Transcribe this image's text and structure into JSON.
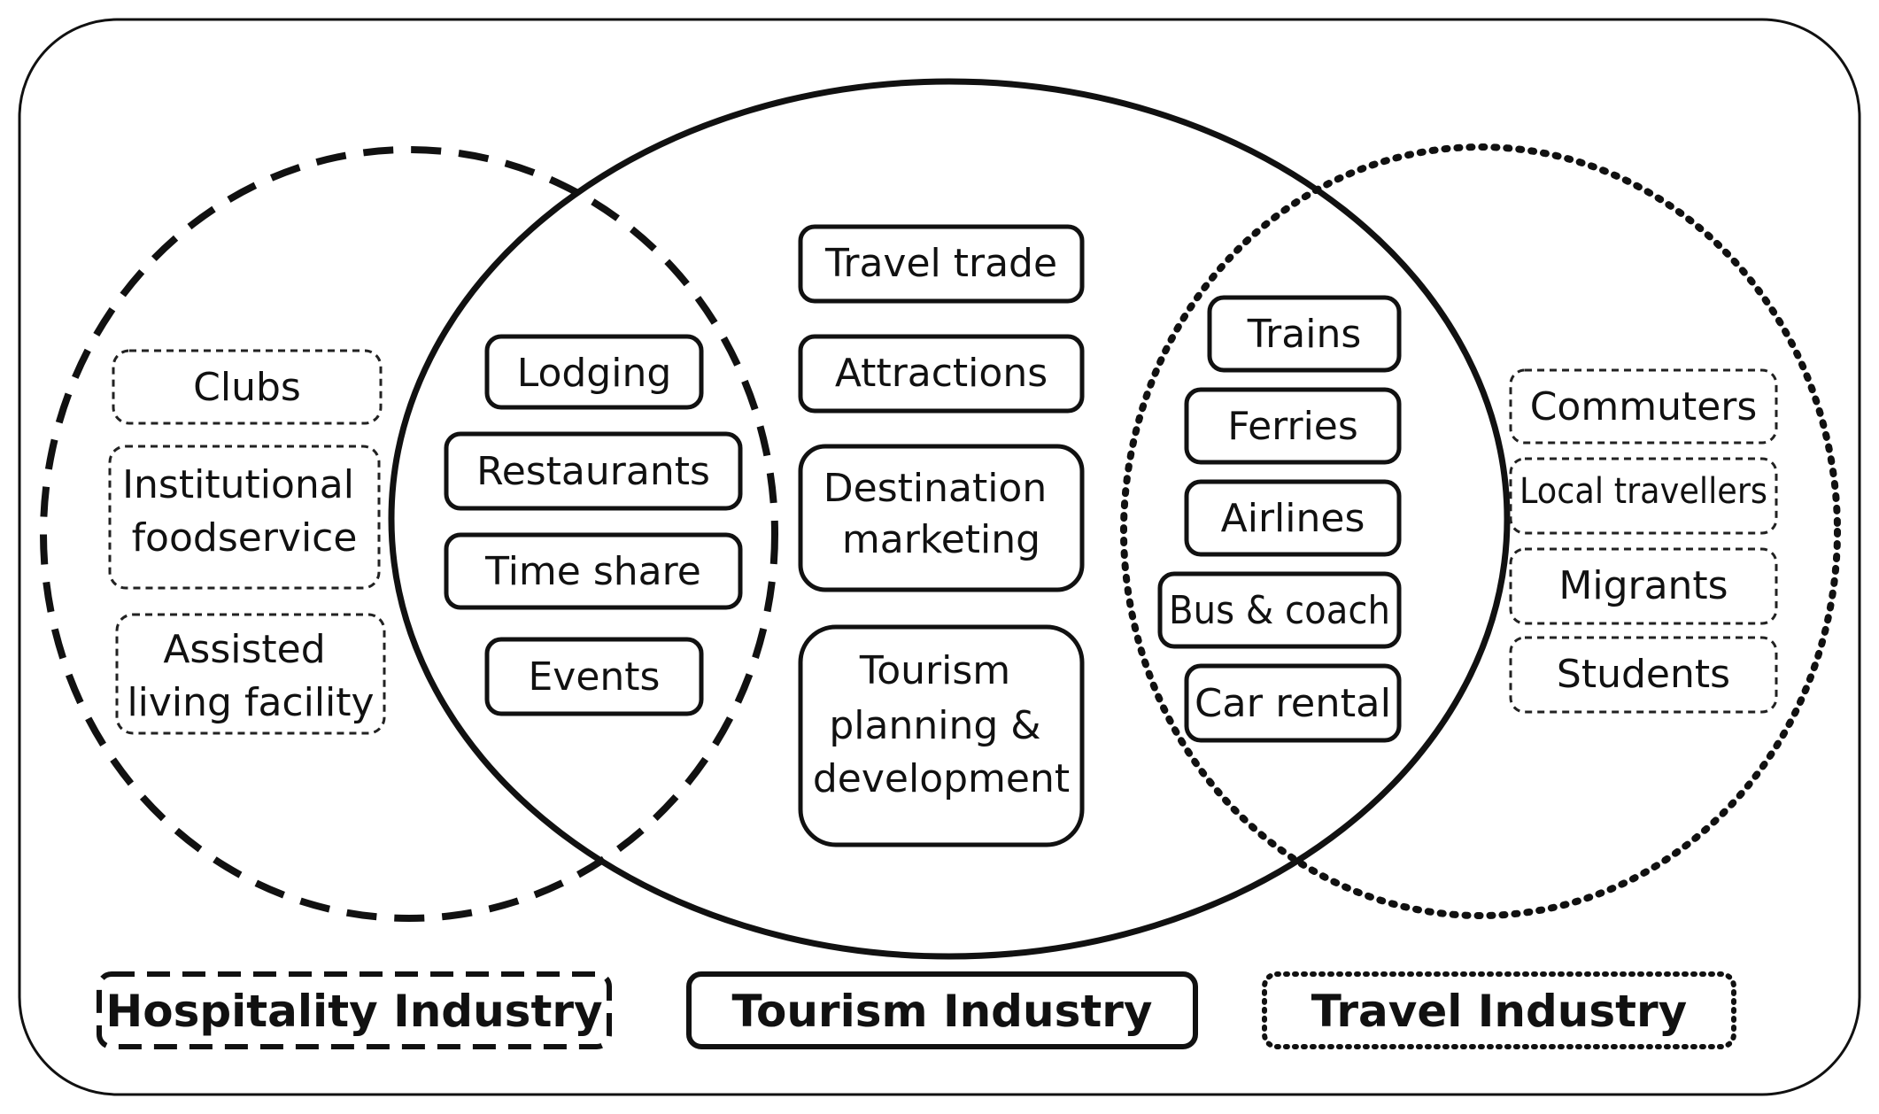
{
  "colors": {
    "stroke": "#111111",
    "background": "#ffffff"
  },
  "hospitality_only": {
    "items": [
      {
        "lines": [
          "Clubs"
        ]
      },
      {
        "lines": [
          "Institutional",
          "foodservice"
        ]
      },
      {
        "lines": [
          "Assisted",
          "living facility"
        ]
      }
    ]
  },
  "hospitality_tourism_overlap": {
    "items": [
      {
        "lines": [
          "Lodging"
        ]
      },
      {
        "lines": [
          "Restaurants"
        ]
      },
      {
        "lines": [
          "Time share"
        ]
      },
      {
        "lines": [
          "Events"
        ]
      }
    ]
  },
  "tourism_center": {
    "items": [
      {
        "lines": [
          "Travel trade"
        ]
      },
      {
        "lines": [
          "Attractions"
        ]
      },
      {
        "lines": [
          "Destination",
          "marketing"
        ]
      },
      {
        "lines": [
          "Tourism",
          "planning &",
          "development"
        ]
      }
    ]
  },
  "travel_tourism_overlap": {
    "items": [
      {
        "lines": [
          "Trains"
        ]
      },
      {
        "lines": [
          "Ferries"
        ]
      },
      {
        "lines": [
          "Airlines"
        ]
      },
      {
        "lines": [
          "Bus & coach"
        ]
      },
      {
        "lines": [
          "Car rental"
        ]
      }
    ]
  },
  "travel_only": {
    "items": [
      {
        "lines": [
          "Commuters"
        ]
      },
      {
        "lines": [
          "Local travellers"
        ]
      },
      {
        "lines": [
          "Migrants"
        ]
      },
      {
        "lines": [
          "Students"
        ]
      }
    ]
  },
  "legend": {
    "hospitality": "Hospitality Industry",
    "tourism": "Tourism Industry",
    "travel": "Travel Industry"
  }
}
